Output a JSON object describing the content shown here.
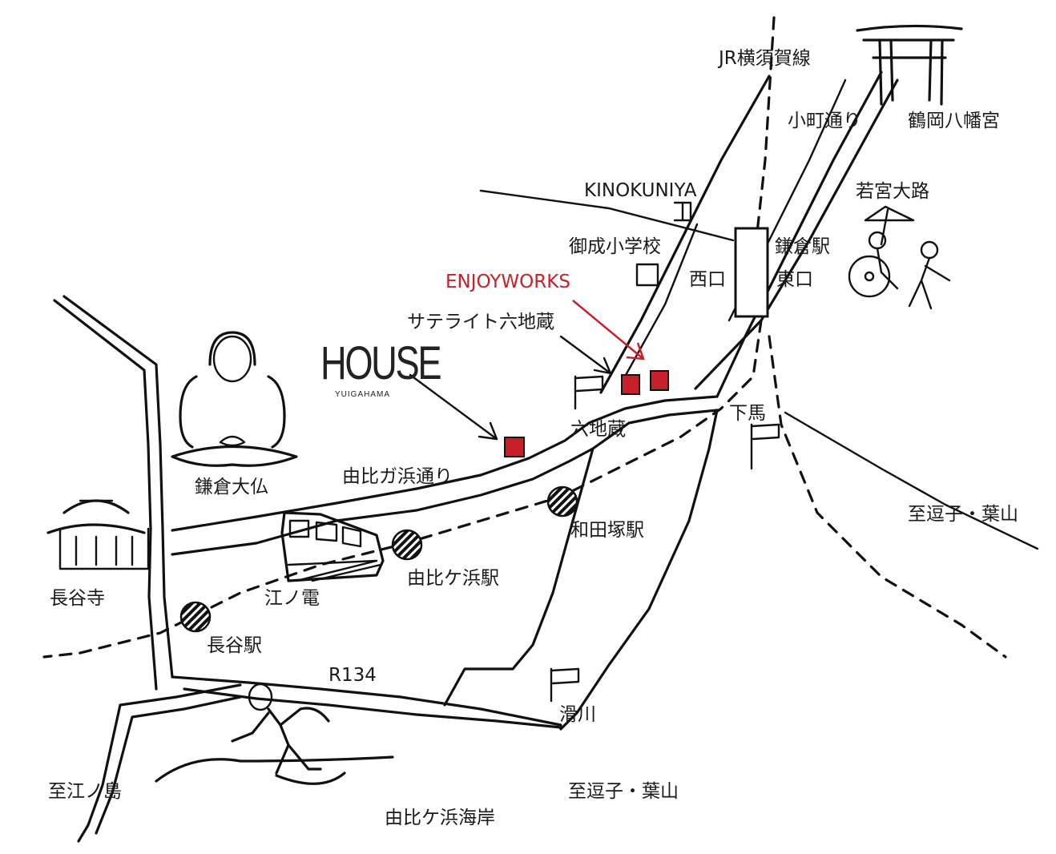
{
  "labels": {
    "jr_line": "JR横須賀線",
    "komachi": "小町通り",
    "hachimangu": "鶴岡八幡宮",
    "kinokuniya": "KINOKUNIYA",
    "wakamiya": "若宮大路",
    "onari_school": "御成小学校",
    "kamakura_station": "鎌倉駅",
    "west_exit": "西口",
    "east_exit": "東口",
    "enjoyworks": "ENJOYWORKS",
    "satellite": "サテライト六地蔵",
    "rokujizo": "六地蔵",
    "geba": "下馬",
    "yuigahama_dori": "由比ガ浜通り",
    "daibutsu": "鎌倉大仏",
    "wadazuka_station": "和田塚駅",
    "to_zushi_hayama_1": "至逗子・葉山",
    "yuigahama_station": "由比ケ浜駅",
    "hasedera": "長谷寺",
    "enoden": "江ノ電",
    "hase_station": "長谷駅",
    "r134": "R134",
    "namerigawa": "滑川",
    "to_enoshima": "至江ノ島",
    "to_zushi_hayama_2": "至逗子・葉山",
    "yuigahama_beach": "由比ケ浜海岸"
  },
  "logo": {
    "house": "HOUSE",
    "yuigahama": "YUIGAHAMA"
  },
  "colors": {
    "ink": "#111111",
    "marker_red": "#c8202a"
  }
}
